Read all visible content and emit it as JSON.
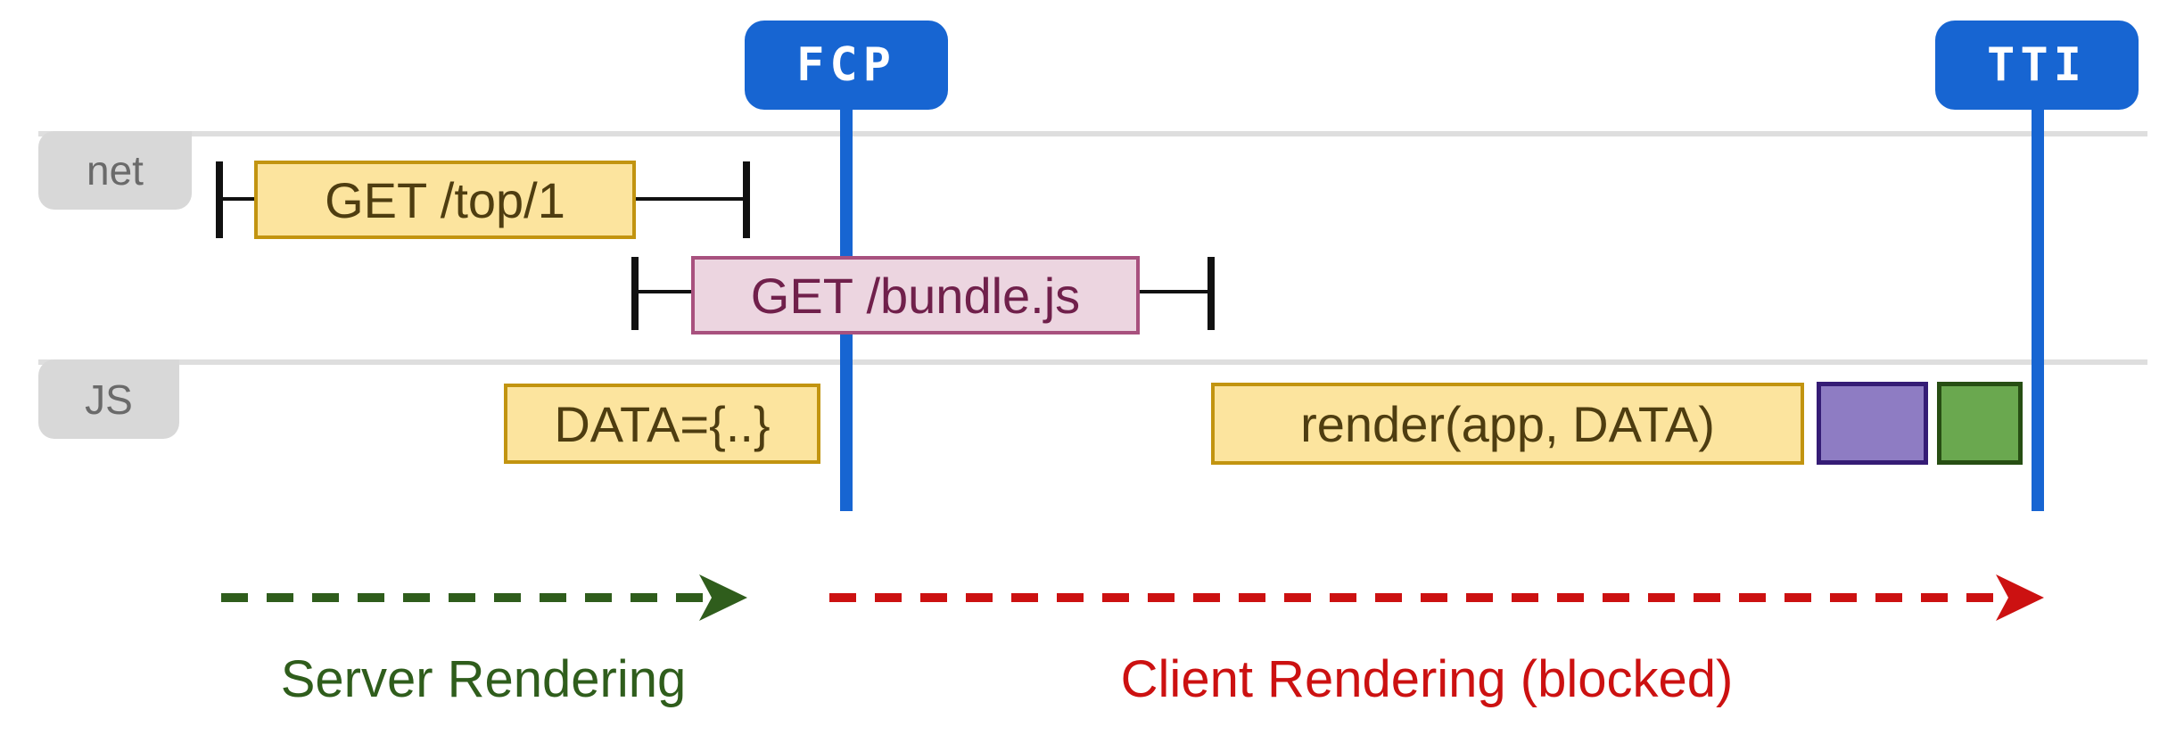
{
  "markers": {
    "fcp": {
      "label": "FCP"
    },
    "tti": {
      "label": "TTI"
    }
  },
  "lanes": {
    "net": {
      "label": "net"
    },
    "js": {
      "label": "JS"
    }
  },
  "network": {
    "requests": [
      {
        "label": "GET /top/1",
        "style": "yellow"
      },
      {
        "label": "GET /bundle.js",
        "style": "pink"
      }
    ]
  },
  "js_tasks": {
    "data": {
      "label": "DATA={..}",
      "style": "yellow"
    },
    "render": {
      "label": "render(app, DATA)",
      "style": "yellow"
    },
    "blocks": [
      {
        "label": "",
        "style": "purple"
      },
      {
        "label": "",
        "style": "green"
      }
    ]
  },
  "phases": {
    "server": {
      "label": "Server Rendering"
    },
    "client": {
      "label": "Client Rendering (blocked)"
    }
  },
  "colors": {
    "marker_blue": "#1765d2",
    "yellow_fill": "#fce49e",
    "yellow_border": "#c29410",
    "yellow_text": "#4e3d10",
    "pink_fill": "#ecd5e0",
    "pink_border": "#a8517e",
    "pink_text": "#70204b",
    "purple_fill": "#8e7cc3",
    "purple_border": "#351c75",
    "green_fill": "#6aa84f",
    "green_border": "#274e13",
    "server_green": "#2f5d1c",
    "client_red": "#cc1111",
    "lane_gray": "#dedede",
    "tab_gray": "#d8d8d8",
    "tab_text": "#6a6a6a",
    "whisker_black": "#111111"
  }
}
